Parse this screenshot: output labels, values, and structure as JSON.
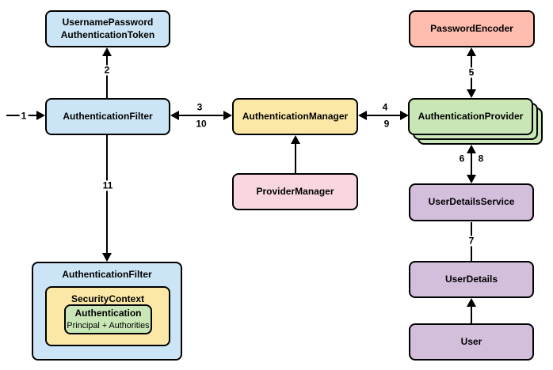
{
  "colors": {
    "background": "#ffffff",
    "border": "#000000",
    "blue": "#cce5f6",
    "yellow": "#fbe8a6",
    "green": "#c9e7b6",
    "salmon": "#ffbdb0",
    "pink": "#f8d6df",
    "purple": "#d3bedc"
  },
  "nodes": {
    "username_password_token": {
      "line1": "UsernamePassword",
      "line2": "AuthenticationToken"
    },
    "authentication_filter": {
      "label": "AuthenticationFilter"
    },
    "authentication_manager": {
      "label": "AuthenticationManager"
    },
    "provider_manager": {
      "label": "ProviderManager"
    },
    "password_encoder": {
      "label": "PasswordEncoder"
    },
    "authentication_provider": {
      "label": "AuthenticationProvider"
    },
    "user_details_service": {
      "label": "UserDetailsService"
    },
    "user_details": {
      "label": "UserDetails"
    },
    "user": {
      "label": "User"
    },
    "filter_context": {
      "label": "AuthenticationFilter"
    },
    "security_context": {
      "label": "SecurityContext"
    },
    "authentication": {
      "label": "Authentication",
      "sublabel": "Principal + Authorities"
    }
  },
  "edges": {
    "request_in": {
      "label": "1"
    },
    "create_token": {
      "label": "2"
    },
    "filter_manager": {
      "label_forward": "3",
      "label_back": "10"
    },
    "manager_provider": {
      "label_forward": "4",
      "label_back": "9"
    },
    "provider_encoder": {
      "label": "5"
    },
    "provider_uds": {
      "label_forward": "6",
      "label_back": "8"
    },
    "uds_user_details": {
      "label": "7"
    },
    "store_context": {
      "label": "11"
    }
  }
}
